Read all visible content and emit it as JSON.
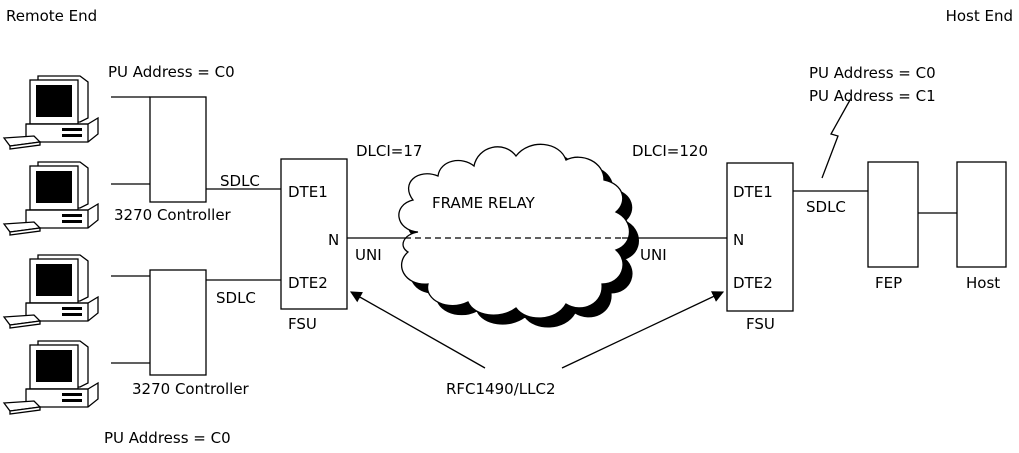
{
  "labels": {
    "remote_end": "Remote End",
    "host_end": "Host End",
    "pu_top_left": "PU Address = C0",
    "pu_bottom_left": "PU Address = C0",
    "pu_host_1": "PU Address = C0",
    "pu_host_2": "PU Address = C1",
    "controller_top": "3270 Controller",
    "controller_bottom": "3270 Controller",
    "sdlc_top": "SDLC",
    "sdlc_bottom": "SDLC",
    "sdlc_host": "SDLC",
    "dlci_left": "DLCI=17",
    "dlci_right": "DLCI=120",
    "fsu_left": "FSU",
    "fsu_right": "FSU",
    "dte1_left": "DTE1",
    "dte2_left": "DTE2",
    "n_left": "N",
    "dte1_right": "DTE1",
    "dte2_right": "DTE2",
    "n_right": "N",
    "uni_left": "UNI",
    "uni_right": "UNI",
    "cloud": "FRAME RELAY",
    "rfc": "RFC1490/LLC2",
    "fep": "FEP",
    "host": "Host"
  }
}
